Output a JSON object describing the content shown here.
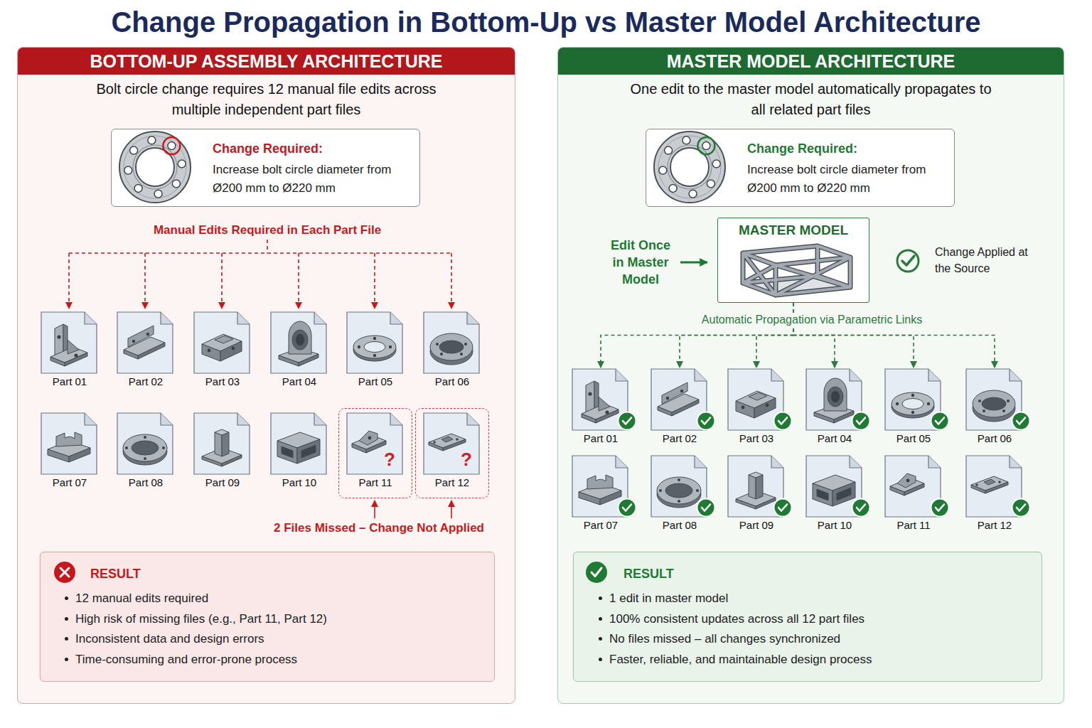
{
  "diagram": {
    "title": "Change Propagation in Bottom-Up vs Master Model Architecture",
    "nodes": [
      {
        "text": [
          "BOTTOM-UP ASSEMBLY ARCHITECTURE",
          "Bolt circle change requires 12 manual file edits across multiple independent part files"
        ]
      },
      {
        "text": [
          "Change Required:",
          "Increase bolt circle diameter from Ø200 mm to Ø220 mm"
        ],
        "in": 0
      },
      {
        "text": [
          "Part 01"
        ],
        "in": 0
      },
      {
        "text": [
          "Part 02"
        ],
        "in": 0
      },
      {
        "text": [
          "Part 03"
        ],
        "in": 0
      },
      {
        "text": [
          "Part 04"
        ],
        "in": 0
      },
      {
        "text": [
          "Part 05"
        ],
        "in": 0
      },
      {
        "text": [
          "Part 06"
        ],
        "in": 0
      },
      {
        "text": [
          "Part 07"
        ],
        "in": 0
      },
      {
        "text": [
          "Part 08"
        ],
        "in": 0
      },
      {
        "text": [
          "Part 09"
        ],
        "in": 0
      },
      {
        "text": [
          "Part 10"
        ],
        "in": 0
      },
      {
        "text": [
          "Part 11"
        ],
        "in": 0
      },
      {
        "text": [
          "Part 12"
        ],
        "in": 0
      },
      {
        "text": [
          "RESULT",
          "12 manual edits required",
          "High risk of missing files (e.g., Part 11, Part 12)",
          "Inconsistent data and design errors",
          "Time-consuming and error-prone process"
        ],
        "in": 0
      },
      {
        "text": [
          "MASTER MODEL ARCHITECTURE",
          "One edit to the master model automatically propagates to all related part files"
        ]
      },
      {
        "text": [
          "Change Required:",
          "Increase bolt circle diameter from Ø200 mm to Ø220 mm"
        ],
        "in": 15
      },
      {
        "text": [
          "MASTER MODEL"
        ],
        "in": 15
      },
      {
        "text": [
          "Part 01"
        ],
        "in": 15
      },
      {
        "text": [
          "Part 02"
        ],
        "in": 15
      },
      {
        "text": [
          "Part 03"
        ],
        "in": 15
      },
      {
        "text": [
          "Part 04"
        ],
        "in": 15
      },
      {
        "text": [
          "Part 05"
        ],
        "in": 15
      },
      {
        "text": [
          "Part 06"
        ],
        "in": 15
      },
      {
        "text": [
          "Part 07"
        ],
        "in": 15
      },
      {
        "text": [
          "Part 08"
        ],
        "in": 15
      },
      {
        "text": [
          "Part 09"
        ],
        "in": 15
      },
      {
        "text": [
          "Part 10"
        ],
        "in": 15
      },
      {
        "text": [
          "Part 11"
        ],
        "in": 15
      },
      {
        "text": [
          "Part 12"
        ],
        "in": 15
      },
      {
        "text": [
          "RESULT",
          "1 edit in master model",
          "100% consistent updates across all 12 part files",
          "No files missed – all changes synchronized",
          "Faster, reliable, and maintainable design process"
        ],
        "in": 15
      }
    ],
    "edges": [
      {
        "from": 17,
        "to": 18,
        "arrow": "to"
      },
      {
        "from": 17,
        "to": 19,
        "arrow": "to"
      },
      {
        "from": 17,
        "to": 20,
        "arrow": "to"
      },
      {
        "from": 17,
        "to": 21,
        "arrow": "to"
      },
      {
        "from": 17,
        "to": 22,
        "arrow": "to"
      },
      {
        "from": 17,
        "to": 23,
        "arrow": "to"
      }
    ],
    "labels": [
      "Manual Edits Required in Each Part File",
      "?",
      "?",
      "2 Files Missed – Change Not Applied",
      "Edit Once in Master Model",
      "Change Applied at the Source",
      "Automatic Propagation via Parametric Links"
    ]
  }
}
